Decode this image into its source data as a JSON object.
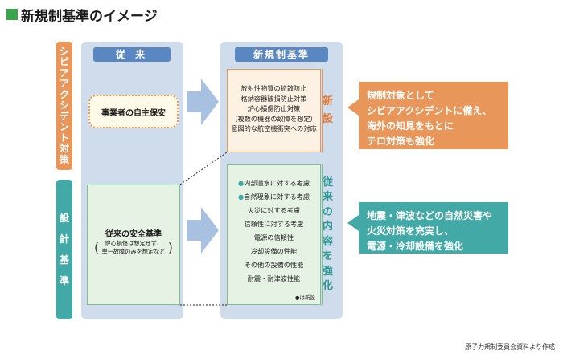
{
  "title": "新規制基準のイメージ",
  "columns": {
    "old_header": "従 来",
    "new_header": "新規制基準"
  },
  "side_labels": {
    "severe_accident": "シビアアクシデント対策",
    "design_basis": "設計基準"
  },
  "old_column": {
    "voluntary": "事業者の自主保安",
    "safety_standard_title": "従来の安全基準",
    "safety_standard_note_line1": "炉心損傷は想定せず、",
    "safety_standard_note_line2": "単一故障のみを想定など"
  },
  "new_column": {
    "new_items": [
      "放射性物質の拡散防止",
      "格納容器破損防止対策",
      "炉心損傷防止対策",
      "（複数の機器の故障を想定）",
      "意図的な航空機衝突への対応"
    ],
    "strengthened_items": [
      "内部溢水に対する考慮",
      "自然現象に対する考慮",
      "火災に対する考慮",
      "信頼性に対する考慮",
      "電源の信頼性",
      "冷却設備の性能",
      "その他の設備の性能",
      "耐震・耐津波性能"
    ],
    "new_marker_items": [
      0,
      1
    ],
    "legend_new": "●は新設",
    "tag_new": "新設",
    "tag_strengthened": "従来の内容を強化"
  },
  "notes": {
    "severe_accident_note": [
      "規制対象として",
      "シビアアクシデントに備え、",
      "海外の知見をもとに",
      "テロ対策も強化"
    ],
    "design_basis_note": [
      "地震・津波などの自然災害や",
      "火災対策を充実し、",
      "電源・冷却設備を強化"
    ]
  },
  "source": "原子力規制委員会資料より作成",
  "colors": {
    "orange": "#e8965a",
    "teal": "#42a9a6",
    "blue_header": "#5a87c2",
    "column_bg": "#cfdceb",
    "new_box": "#fdf1e3",
    "strengthen_box": "#e6f2e4"
  }
}
